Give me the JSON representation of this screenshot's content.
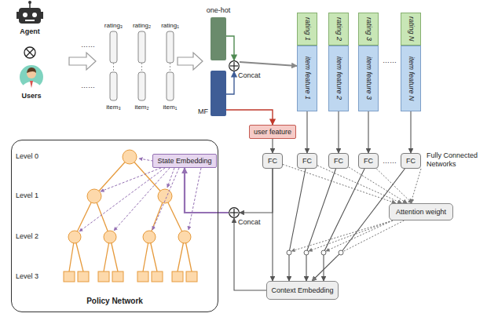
{
  "diagram": {
    "nodes": [
      {
        "text": [
          "one-hot"
        ]
      },
      {
        "text": [
          "MF"
        ]
      },
      {
        "text": [
          "Concat"
        ]
      },
      {
        "text": [
          "rating 1",
          "item feature 1"
        ]
      },
      {
        "text": [
          "rating 2",
          "item feature 2"
        ]
      },
      {
        "text": [
          "rating 3",
          "item feature 3"
        ]
      },
      {
        "text": [
          "rating N",
          "item feature N"
        ]
      },
      {
        "text": [
          "user feature"
        ]
      },
      {
        "text": [
          "FC"
        ]
      },
      {
        "text": [
          "FC"
        ]
      },
      {
        "text": [
          "FC"
        ]
      },
      {
        "text": [
          "FC"
        ]
      },
      {
        "text": [
          "FC"
        ]
      },
      {
        "text": [
          "Attention weight"
        ]
      },
      {
        "text": [
          "Context Embedding"
        ]
      },
      {
        "text": [
          "Concat"
        ]
      },
      {
        "text": [
          "Policy Network"
        ]
      },
      {
        "text": [
          "State Embedding"
        ],
        "in": 16
      }
    ],
    "edges": [
      {
        "from": 0,
        "to": 2,
        "arrow": "to"
      },
      {
        "from": 1,
        "to": 2,
        "arrow": "to"
      },
      {
        "from": 1,
        "to": 7,
        "arrow": "to"
      },
      {
        "from": 2,
        "to": 3,
        "arrow": "to"
      },
      {
        "from": 7,
        "to": 8,
        "arrow": "to"
      },
      {
        "from": 3,
        "to": 9,
        "arrow": "to"
      },
      {
        "from": 4,
        "to": 10,
        "arrow": "to"
      },
      {
        "from": 5,
        "to": 11,
        "arrow": "to"
      },
      {
        "from": 6,
        "to": 12,
        "arrow": "to"
      },
      {
        "from": 8,
        "to": 13,
        "arrow": "to"
      },
      {
        "from": 9,
        "to": 13,
        "arrow": "to"
      },
      {
        "from": 10,
        "to": 13,
        "arrow": "to"
      },
      {
        "from": 11,
        "to": 13,
        "arrow": "to"
      },
      {
        "from": 12,
        "to": 13,
        "arrow": "to"
      },
      {
        "from": 8,
        "to": 14,
        "arrow": "to"
      },
      {
        "from": 9,
        "to": 14,
        "arrow": "to"
      },
      {
        "from": 10,
        "to": 14,
        "arrow": "to"
      },
      {
        "from": 11,
        "to": 14,
        "arrow": "to"
      },
      {
        "from": 12,
        "to": 14,
        "arrow": "to"
      },
      {
        "from": 13,
        "to": 14,
        "arrow": "to"
      },
      {
        "from": 14,
        "to": 15,
        "arrow": "to"
      },
      {
        "from": 8,
        "to": 15,
        "arrow": "to"
      },
      {
        "from": 15,
        "to": 17,
        "arrow": "to"
      }
    ],
    "labels": [
      "Agent",
      "Users",
      "rating₃",
      "rating₂",
      "rating₁",
      "item₃",
      "item₂",
      "item₁",
      "……",
      "……",
      "……",
      "……",
      "Fully Connected Networks",
      "Level 0",
      "Level 1",
      "Level 2",
      "Level 3"
    ]
  }
}
